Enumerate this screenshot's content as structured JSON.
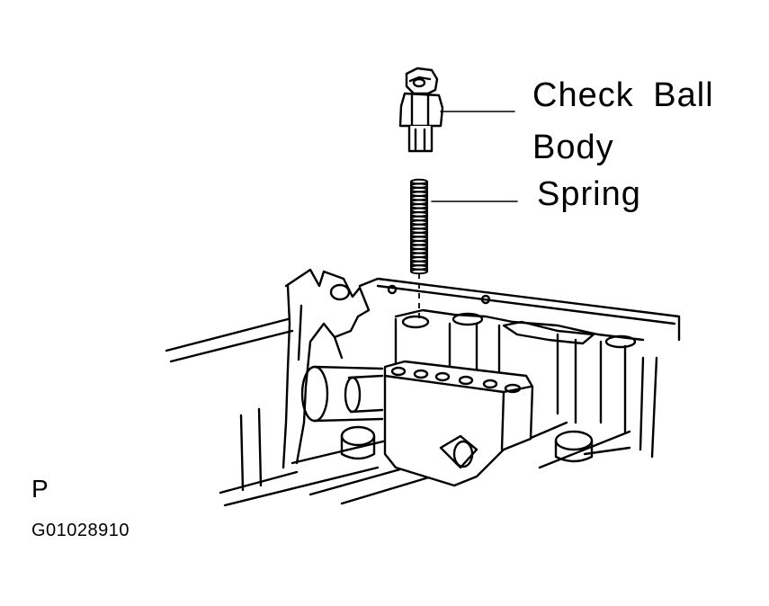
{
  "labels": {
    "check_ball_body_line1": "Check Ball",
    "check_ball_body_line2": "Body",
    "spring": "Spring",
    "view_letter": "P",
    "figure_code": "G01028910"
  },
  "colors": {
    "ink": "#000000",
    "background": "#ffffff"
  }
}
